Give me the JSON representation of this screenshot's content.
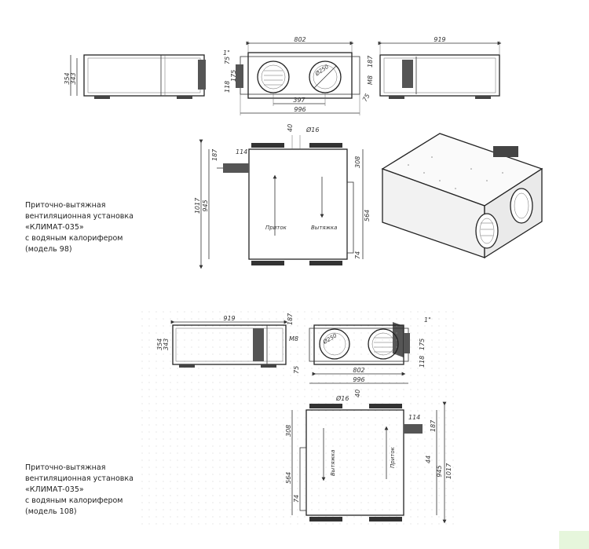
{
  "captions": [
    {
      "lines": [
        "Приточно-вытяжная",
        "вентиляционная установка",
        "«КЛИМАТ-035»",
        "с водяным калорифером",
        "(модель 98)"
      ]
    },
    {
      "lines": [
        "Приточно-вытяжная",
        "вентиляционная установка",
        "«КЛИМАТ-035»",
        "с водяным калорифером",
        "(модель 108)"
      ]
    }
  ],
  "model98": {
    "side_left": {
      "h_total": "354",
      "h_body": "343"
    },
    "front": {
      "width": "802",
      "width_total": "996",
      "pipe_spacing": "397",
      "diameter": "Ø250",
      "left_dims": [
        "75",
        "118",
        "175"
      ],
      "top_mark": "1\""
    },
    "side_right": {
      "width": "919",
      "dims": [
        "187",
        "75",
        "М8"
      ]
    },
    "plan": {
      "height_total": "1017",
      "height": "945",
      "top_gap": "40",
      "diam_small": "Ø16",
      "pipe_off": "114",
      "pipe_h": "187",
      "right_top": "308",
      "right_mid": "564",
      "right_bot": "74",
      "arrow_left": "Приток",
      "arrow_right": "Вытяжка"
    }
  },
  "model108": {
    "side": {
      "width": "919",
      "dim_right": "187",
      "h_total": "354",
      "h_body": "343",
      "bolt": "М8"
    },
    "front": {
      "width": "802",
      "width_total": "996",
      "diameter": "Ø250",
      "right_dims": [
        "175",
        "118",
        "75"
      ],
      "top_mark": "1\""
    },
    "plan": {
      "top_gap": "40",
      "diam_small": "Ø16",
      "left_top": "308",
      "left_mid": "564",
      "left_bot": "74",
      "pipe_off": "114",
      "pipe_h": "187",
      "right_44": "44",
      "height": "945",
      "height_total": "1017",
      "arrow_left": "Вытяжка",
      "arrow_right": "Приток"
    }
  }
}
